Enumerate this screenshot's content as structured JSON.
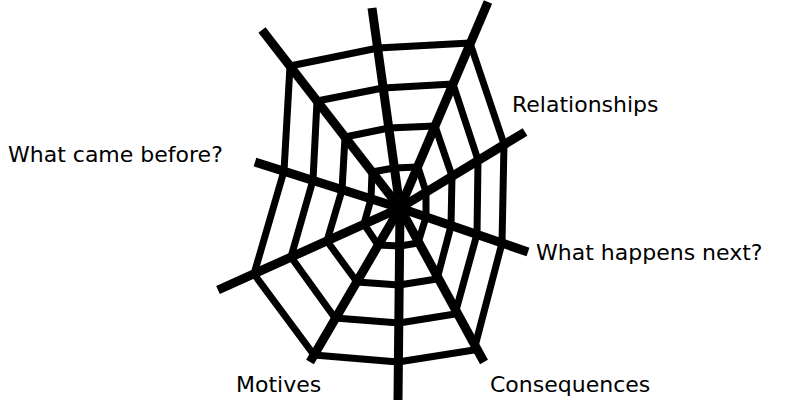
{
  "diagram": {
    "labels": [
      "Relationships",
      "What came before?",
      "What happens next?",
      "Consequences",
      "Motives"
    ]
  }
}
